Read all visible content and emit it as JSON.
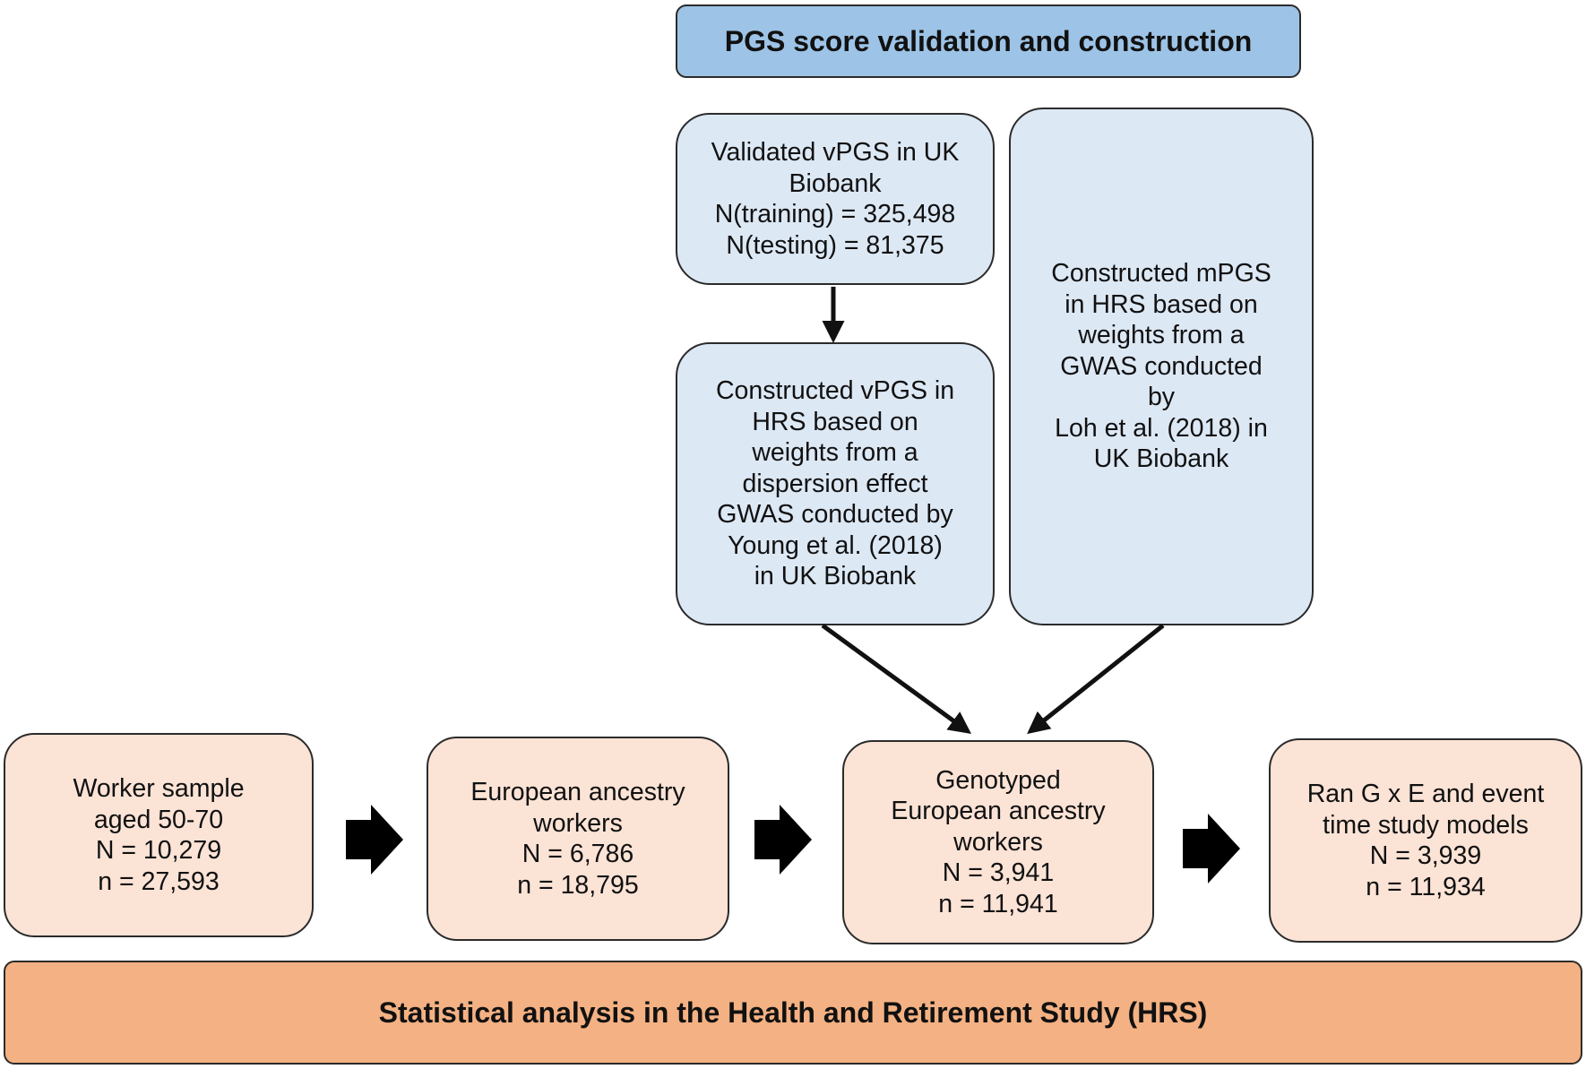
{
  "header": {
    "title": "PGS score validation and construction"
  },
  "pgs": {
    "validated": {
      "lines": [
        "Validated  vPGS in UK",
        "Biobank",
        "N(training)  = 325,498",
        "N(testing)  = 81,375"
      ]
    },
    "constructed_vpgs": {
      "lines": [
        "Constructed vPGS in",
        "HRS based on",
        "weights from a",
        "dispersion  effect",
        "GWAS conducted  by",
        "Young  et al. (2018)",
        "in UK Biobank"
      ]
    },
    "constructed_mpgs": {
      "lines": [
        "Constructed mPGS",
        "in HRS based on",
        "weights  from a",
        "GWAS conducted",
        "by",
        "Loh et al. (2018)  in",
        "UK Biobank"
      ]
    }
  },
  "samples": [
    {
      "lines": [
        "Worker sample",
        "aged 50-70",
        "N = 10,279",
        "n = 27,593"
      ]
    },
    {
      "lines": [
        "European ancestry",
        "workers",
        "N = 6,786",
        "n = 18,795"
      ]
    },
    {
      "lines": [
        "Genotyped",
        "European ancestry",
        "workers",
        "N = 3,941",
        "n = 11,941"
      ]
    },
    {
      "lines": [
        "Ran G x E and event",
        "time study models",
        "N = 3,939",
        "n = 11,934"
      ]
    }
  ],
  "footer": {
    "title": "Statistical analysis in the Health and Retirement Study (HRS)"
  }
}
